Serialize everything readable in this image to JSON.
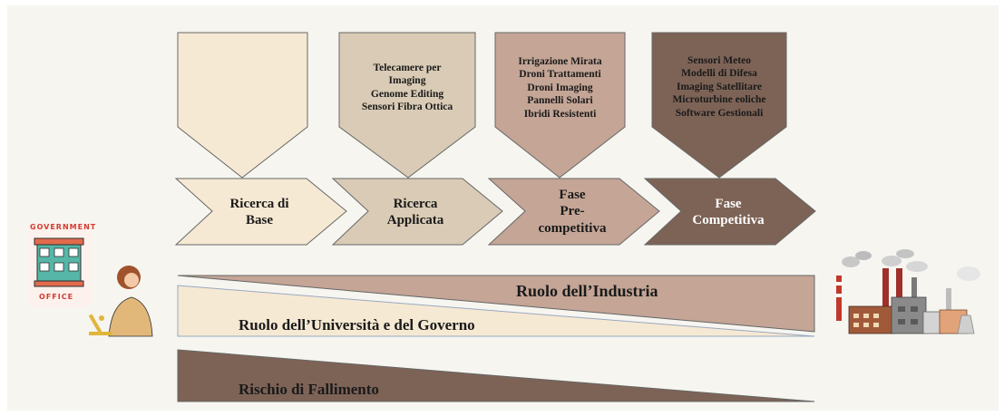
{
  "stages": [
    {
      "label": "Ricerca di\nBase",
      "technologies": "",
      "color": "#f6e9d3",
      "text_color": "dark"
    },
    {
      "label": "Ricerca\nApplicata",
      "technologies": "Telecamere per\nImaging\nGenome Editing\nSensori Fibra Ottica",
      "color": "#d9cbb5",
      "text_color": "dark"
    },
    {
      "label": "Fase\nPre-\ncompetitiva",
      "technologies": "Irrigazione Mirata\nDroni Trattamenti\nDroni  Imaging\nPannelli Solari\nIbridi Resistenti",
      "color": "#c4a596",
      "text_color": "dark"
    },
    {
      "label": "Fase\nCompetitiva",
      "technologies": "Sensori Meteo\nModelli di Difesa\nImaging Satellitare\nMicroturbine eoliche\nSoftware Gestionali",
      "color": "#7d6356",
      "text_color": "light"
    }
  ],
  "roles": {
    "industry": "Ruolo dell’Industria",
    "university_government": "Ruolo dell’Università e del Governo",
    "failure_risk": "Rischio di Fallimento"
  },
  "icons": {
    "left": "government-office-researcher-icon",
    "left_sign_top": "GOVERNMENT",
    "left_sign_bottom": "OFFICE",
    "right": "factory-icon"
  },
  "colors": {
    "background": "#f6f5f0",
    "industry_wedge": "#c4a596",
    "university_wedge": "#f6e9d3",
    "risk_wedge": "#7d6356",
    "outline": "#666666"
  }
}
